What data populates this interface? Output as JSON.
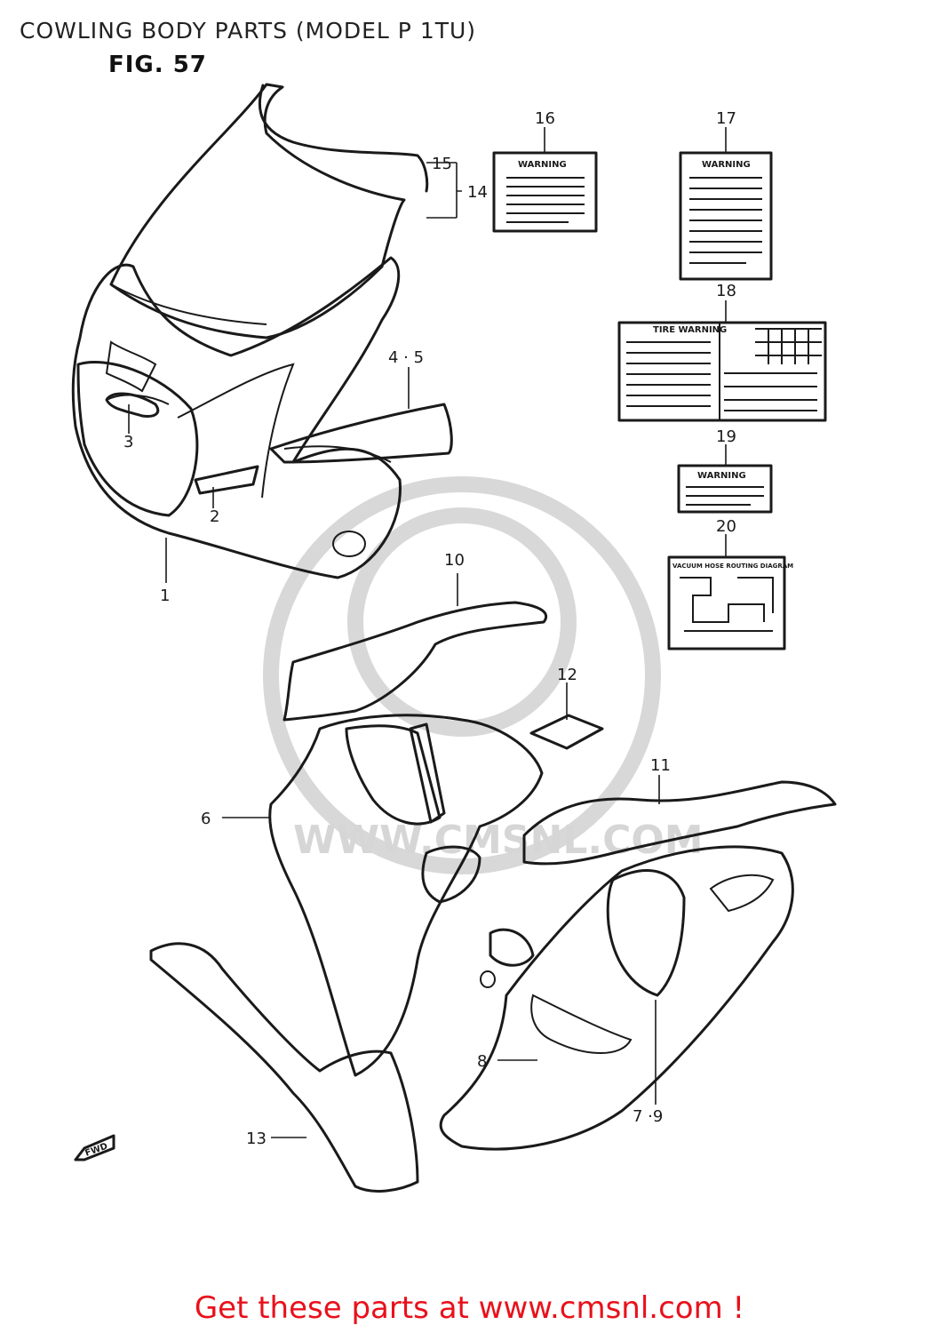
{
  "header": {
    "title": "COWLING BODY PARTS (MODEL P 1TU)",
    "figure": "FIG. 57"
  },
  "callouts": {
    "c1": "1",
    "c2": "2",
    "c3": "3",
    "c45": "4 · 5",
    "c6": "6",
    "c79": "7 ·9",
    "c8": "8",
    "c10": "10",
    "c11": "11",
    "c12": "12",
    "c13": "13",
    "c14": "14",
    "c15": "15",
    "c16": "16",
    "c17": "17",
    "c18": "18",
    "c19": "19",
    "c20": "20"
  },
  "labels": {
    "warning_16": "WARNING",
    "warning_17": "WARNING",
    "tire_warning_18": "TIRE WARNING",
    "warning_19": "WARNING",
    "vacuum_20": "VACUUM HOSE ROUTING DIAGRAM"
  },
  "direction_marker": "FWD",
  "watermark": "WWW.CMSNL.COM",
  "footer": {
    "cta": "Get these parts at www.cmsnl.com !"
  },
  "colors": {
    "line": "#1a1a1a",
    "footer_red": "#e8111b",
    "watermark_gray": "#d6d6d6"
  }
}
